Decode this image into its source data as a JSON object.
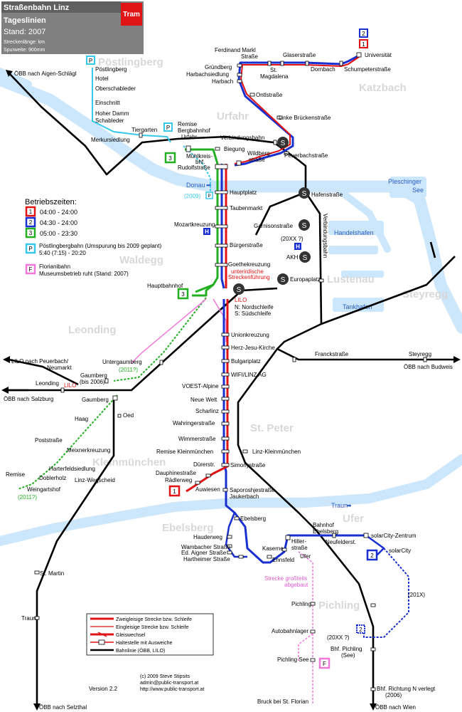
{
  "header": {
    "title": "Straßenbahn Linz",
    "subtitle": "Tageslinien",
    "stand": "Stand: 2007",
    "unit": "Streckenlänge: km",
    "gauge": "Spurweite: 900mm",
    "badge": "Tram"
  },
  "colors": {
    "line1": "#e01414",
    "line2": "#1a2fd0",
    "line3": "#22b022",
    "poestlingberg": "#38c8ec",
    "florianibahn": "#f078d8",
    "water": "#cce6fb",
    "header_bg": "#808080",
    "badge_bg": "#e01414"
  },
  "badges": {
    "l1": "1",
    "l2": "2",
    "l3": "3",
    "p": "P",
    "f": "F"
  },
  "schedule": {
    "heading": "Betriebszeiten:",
    "rows": [
      {
        "badge": "1",
        "text": "04:00 - 24:00"
      },
      {
        "badge": "2",
        "text": "04:30 - 24:00"
      },
      {
        "badge": "3",
        "text": "05:00 - 23:30"
      }
    ],
    "p_line1": "Pöstlingbergbahn (Umspurung bis 2009 geplant)",
    "p_line2": "5:40 (7:15) - 20:20",
    "f_line1": "Florianibahn",
    "f_line2": "Museumsbetrieb ruht (Stand: 2007)"
  },
  "districts": {
    "poestlingberg": "Pöstlingberg",
    "katzbach": "Katzbach",
    "urfahr": "Urfahr",
    "waldegg": "Waldegg",
    "lustenau": "Lustenau",
    "steyregg": "Steyregg",
    "leonding": "Leonding",
    "st_peter": "St. Peter",
    "kleinmuenchen": "Kleinmünchen",
    "ebelsberg": "Ebelsberg",
    "ufer": "Ufer",
    "pichling": "Pichling"
  },
  "water": {
    "donau": "Donau",
    "traun": "Traun",
    "pleschinger": "Pleschinger",
    "see": "See",
    "handelshafen": "Handelshafen",
    "tankhafen": "Tankhafen"
  },
  "stations": {
    "universitaet": "Universität",
    "schumpeter": "Schumpeterstraße",
    "dornbach": "Dornbach",
    "glaser": "Glaserstraße",
    "st_magdalena_1": "St.",
    "st_magdalena_2": "Magdalena",
    "ferdinand_markl_1": "Ferdinand Markl",
    "ferdinand_markl_2": "Straße",
    "gruendberg": "Gründberg",
    "harbach_siedlung": "Harbachsiedlung",
    "harbach": "Harbach",
    "oentl": "Ontlstraße",
    "linke_bruecken": "Linke Brückenstraße",
    "peuerbach": "Peuerbachstraße",
    "verbindungsbahn": "Verbindungsbahn",
    "wildberg_1": "Wildberg-",
    "wildberg_2": "straße",
    "biegung": "Biegung",
    "muehlkreis_1": "Mühlkreis-",
    "muehlkreis_2": "bhf.",
    "rudolf": "Rudolfstraße",
    "remise_bbu_1": "Remise",
    "remise_bbu_2": "Bergbahnhof",
    "remise_bbu_3": "Urfahr",
    "tiergarten": "Tiergarten",
    "merkursiedlung": "Merkursiedlung",
    "schableder": "Schableder",
    "hoher_damm": "Hoher Damm",
    "einschnitt": "Einschnitt",
    "oberschableder": "Oberschableder",
    "hotel": "Hotel",
    "poestlingberg_stop": "Pöstlingberg",
    "hauptplatz": "Hauptplatz",
    "taubenmarkt": "Taubenmarkt",
    "mozartkreuzung": "Mozartkreuzung",
    "buergerstrasse": "Bürgerstraße",
    "goethekreuzung": "Goethekreuzung",
    "underground_1": "unterirdische",
    "underground_2": "Streckenführung",
    "hauptbahnhof": "Hauptbahnhof",
    "lilo": "LILO",
    "nord": "N: Nordschleife",
    "sued": "S: Südschleife",
    "unionkreuzung": "Unionkreuzung",
    "herz_jesu": "Herz-Jesu-Kirche",
    "bulgariplatz": "Bulgariplatz",
    "wifi": "WIFI/LINZ AG",
    "voest": "VOEST-Alpine",
    "neue_welt": "Neue Welt",
    "scharlinz": "Scharlinz",
    "wahringer": "Wahringerstraße",
    "wimmer": "Wimmerstraße",
    "remise_km": "Remise Kleinmünchen",
    "linz_km": "Linz-Kleinmünchen",
    "duerrstr": "Dürerstr.",
    "simony": "Simonystraße",
    "dauphine": "Dauphinestraße",
    "raedler": "Rädlerweg",
    "auwiesen": "Auwiesen",
    "saporoshje": "Saporoshjestraße",
    "jaukerbach": "Jaukerbach",
    "ebelsberg_st": "Ebelsberg",
    "hauderweg": "Hauderweg",
    "wambacher": "Wambacher Straße",
    "ed_aigner": "Ed. Aigner Straße",
    "hartheimer": "Hartheimer Straße",
    "kasernenstr": "Kaserne",
    "ennsfeld": "Ennsfeld",
    "hiller_1": "Hiller-",
    "hiller_2": "straße",
    "ufer_st": "Ufer",
    "bahnhof_eb_1": "Bahnhof",
    "bahnhof_eb_2": "Ebelsberg",
    "neufelder": "Neufelderst.",
    "solarcity_zentrum": "solarCity-Zentrum",
    "solarcity": "solarCity",
    "abgebaut_1": "Strecke großteils",
    "abgebaut_2": "abgebaut",
    "y201x": "(201X)",
    "pichling_st": "Pichling",
    "autobahnlager": "Autobahnlager",
    "y20xx_a": "(20XX ?)",
    "bhf_pichling_1": "Bhf. Pichling",
    "bhf_pichling_2": "(See)",
    "pichling_see": "Pichling See",
    "bruck": "Bruck bei St. Florian",
    "bhf_verlegt_1": "Bhf. Richtung N verlegt",
    "bhf_verlegt_2": "(2006)",
    "oebb_wien": "ÖBB nach Wien",
    "hafen": "Hafenstraße",
    "garnison": "Garnisonstraße",
    "y20xx_b": "(20XX ?)",
    "akh": "AKH",
    "europaplatz": "Europaplatz",
    "verbindungsbahn_v": "Verbindungsbahn",
    "franck": "Franckstraße",
    "steyregg_st": "Steyregg",
    "oebb_budweis": "ÖBB nach Budweis",
    "oebb_aigen": "ÖBB nach Aigen-Schlägl",
    "lilo_peuerbach_1": "LILO nach Peuerbach/",
    "lilo_peuerbach_2": "Neumarkt",
    "untergaumberg": "Untergaumberg",
    "y2011_a": "(2011?)",
    "gaumberg_bis_1": "Gaumberg",
    "gaumberg_bis_2": "(bis 2006)",
    "leonding_st": "Leonding",
    "oebb_salzburg": "ÖBB nach Salzburg",
    "gaumberg": "Gaumberg",
    "oed": "Oed",
    "haag": "Haag",
    "post": "Poststraße",
    "meixner": "Meixnerkreuzung",
    "harterfeld": "Harterfeldsiedlung",
    "doblerholz": "Doblerholz",
    "remise_w": "Remise",
    "weingartshof": "Weingartshof",
    "y2011_b": "(2011?)",
    "linz_wegscheid": "Linz-Wegscheid",
    "st_martin": "St. Martin",
    "traun": "Traun",
    "oebb_selzthal": "ÖBB nach Selzthal",
    "y2009": "(2009)"
  },
  "legend": {
    "items": [
      "Zweigleisige Strecke bzw. Schleife",
      "Eingleisige Strecke bzw. Schleife",
      "Gleiswechsel",
      "Haltestelle mit Ausweiche",
      "Bahnlinie (ÖBB, LILO)"
    ]
  },
  "footer": {
    "copyright": "(c) 2009 Steve Stipsits",
    "email": "admin@public-transport.at",
    "url": "http://www.public-transport.at",
    "version": "Version 2.2"
  }
}
